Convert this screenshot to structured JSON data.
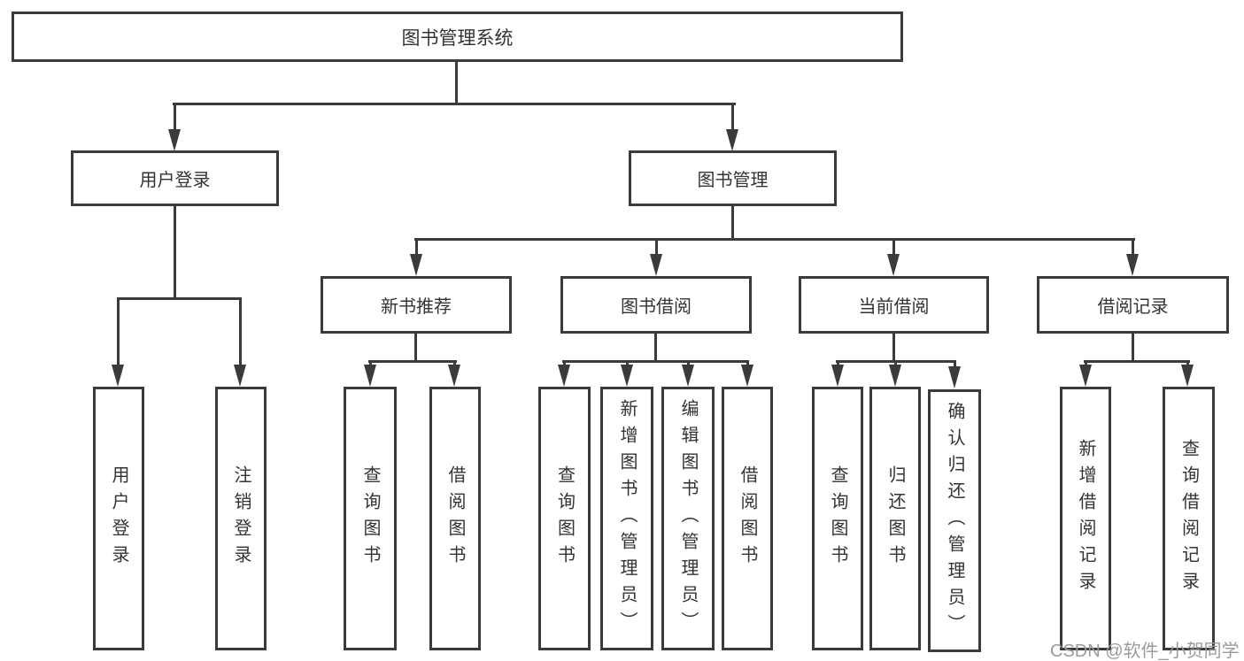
{
  "tree": {
    "root": {
      "label": "图书管理系统",
      "children": [
        {
          "label": "用户登录",
          "children": [
            {
              "label": "用户登录"
            },
            {
              "label": "注销登录"
            }
          ]
        },
        {
          "label": "图书管理",
          "children": [
            {
              "label": "新书推荐",
              "children": [
                {
                  "label": "查询图书"
                },
                {
                  "label": "借阅图书"
                }
              ]
            },
            {
              "label": "图书借阅",
              "children": [
                {
                  "label": "查询图书"
                },
                {
                  "label": "新增图书（管理员）"
                },
                {
                  "label": "编辑图书（管理员）"
                },
                {
                  "label": "借阅图书"
                }
              ]
            },
            {
              "label": "当前借阅",
              "children": [
                {
                  "label": "查询图书"
                },
                {
                  "label": "归还图书"
                },
                {
                  "label": "确认归还（管理员）"
                }
              ]
            },
            {
              "label": "借阅记录",
              "children": [
                {
                  "label": "新增借阅记录"
                },
                {
                  "label": "查询借阅记录"
                }
              ]
            }
          ]
        }
      ]
    }
  },
  "watermark": {
    "text": "CSDN @软件_小贺同学"
  },
  "colors": {
    "line": "#3b3b3b",
    "text": "#333333",
    "watermark": "#9b9b9b",
    "background": "#ffffff"
  }
}
